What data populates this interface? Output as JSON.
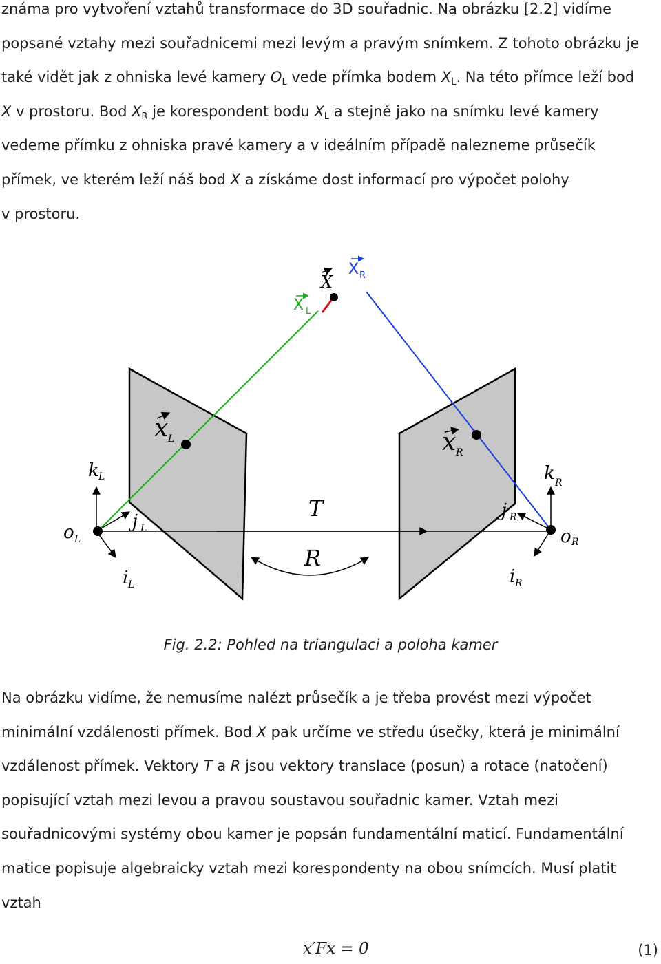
{
  "para1": {
    "l1": "známa pro vytvoření vztahů transformace do 3D souřadnic. Na obrázku [2.2] vidíme",
    "l2": "popsané vztahy mezi souřadnicemi mezi levým a pravým snímkem. Z tohoto obrázku je",
    "l3a": "také vidět jak z ohniska levé kamery ",
    "O": "O",
    "L": "L",
    "l3b": " vede přímka bodem ",
    "X": "X",
    "l3c": ". Na této přímce leží bod",
    "l4a": " v prostoru. Bod ",
    "R": "R",
    "l4b": " je korespondent bodu ",
    "l4c": " a stejně jako na snímku levé kamery",
    "l5": "vedeme přímku z ohniska pravé kamery a v ideálním případě nalezneme průsečík",
    "l6a": "přímek, ve kterém leží náš bod ",
    "l6b": " a získáme dost informací pro výpočet polohy",
    "l7": "v prostoru."
  },
  "caption": "Fig. 2.2: Pohled na triangulaci a poloha kamer",
  "para2": {
    "l1": "Na obrázku vidíme, že nemusíme nalézt průsečík a je třeba provést mezi výpočet",
    "l2": "minimální vzdálenosti přímek. Bod ",
    "X": "X",
    "l2b": " pak určíme ve středu úsečky, která je minimální",
    "l3a": "vzdálenost přímek. Vektory ",
    "T": "T",
    "l3b": " a ",
    "R": "R",
    "l3c": " jsou vektory translace (posun) a rotace (natočení)",
    "l4": "popisující vztah mezi levou a pravou soustavou souřadnic kamer. Vztah mezi",
    "l5": "souřadnicovými systémy obou kamer je popsán fundamentální maticí. Fundamentální",
    "l6": "matice popisuje algebraicky vztah mezi korespondenty na obou snímcích. Musí platit",
    "l7": "vztah"
  },
  "equation": "x′Fx = 0",
  "equation_number": "(1)",
  "figure": {
    "labels": {
      "X": "X",
      "XL": "X",
      "XR": "X",
      "L": "L",
      "R": "R",
      "xL": "x",
      "xR": "x",
      "kL": "k",
      "kR": "k",
      "jL": "j",
      "jR": "j",
      "iL": "i",
      "iR": "i",
      "OL": "o",
      "OR": "o",
      "T": "T",
      "Rot": "R"
    },
    "colors": {
      "left_ray": "#22aa22",
      "right_ray": "#1a3fdd",
      "segment": "#e01010",
      "plane": "#c7c7c7"
    }
  }
}
